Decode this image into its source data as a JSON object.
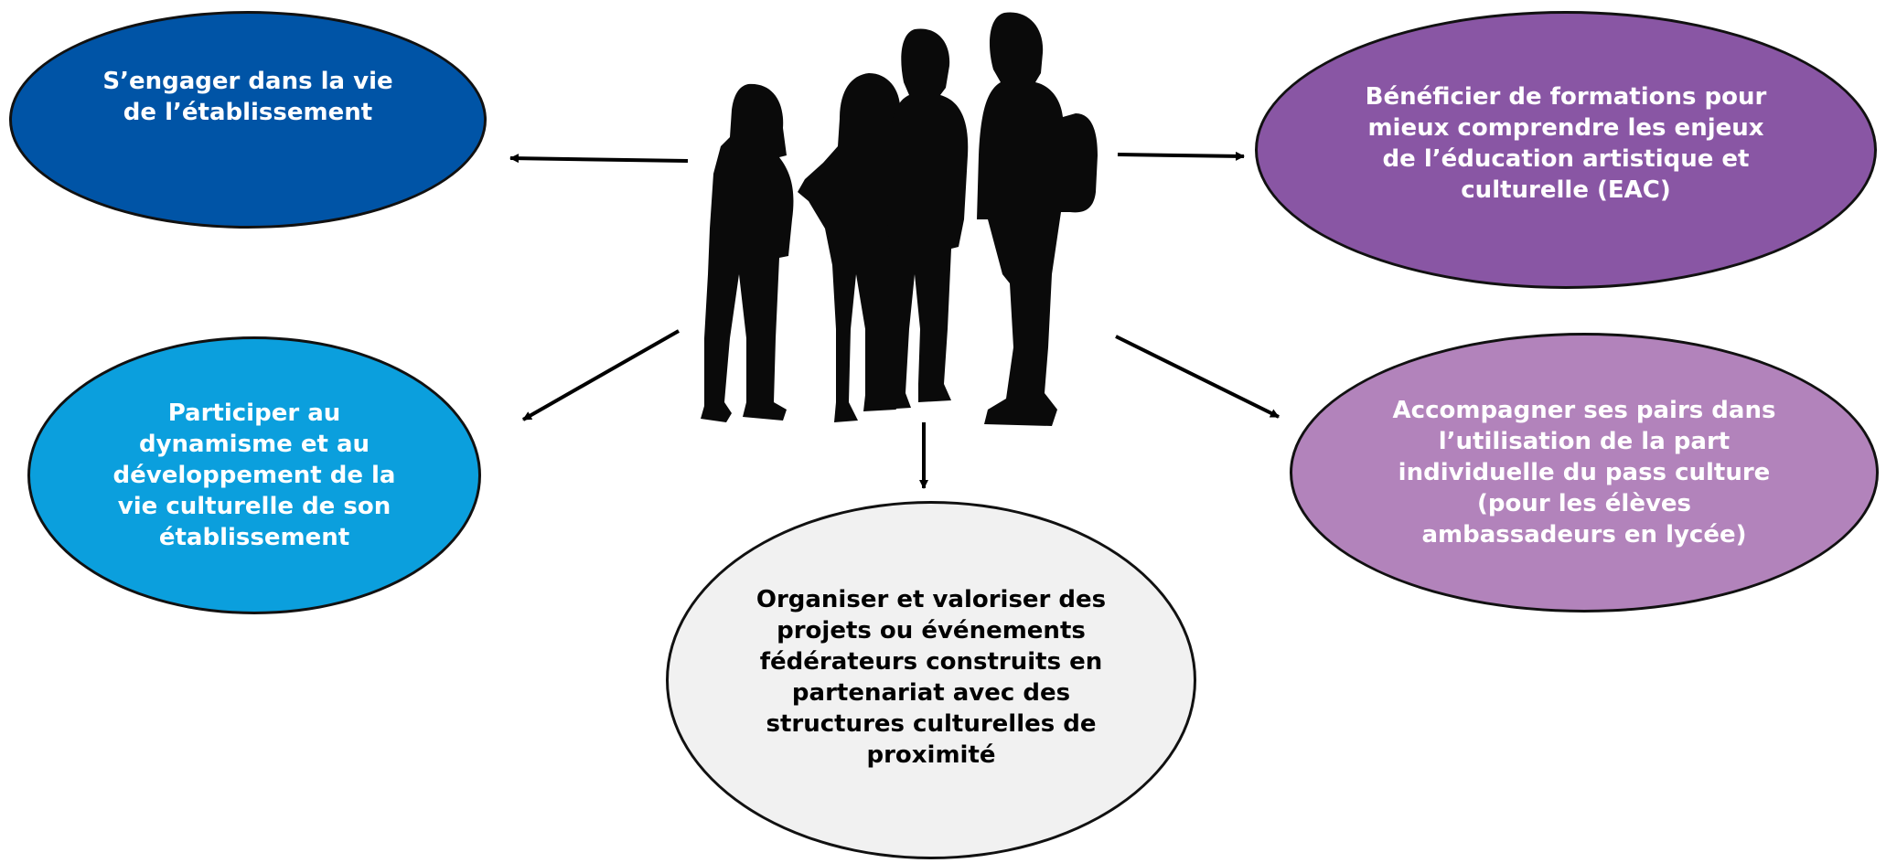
{
  "bubbles": {
    "engager": "S’engager dans la vie\nde l’établissement",
    "formations": "Bénéficier de formations pour\nmieux comprendre les enjeux\nde l’éducation artistique et\nculturelle (EAC)",
    "participer": "Participer au\ndynamisme et au\ndéveloppement de la\nvie culturelle de son\nétablissement",
    "accompagner": "Accompagner ses pairs dans\nl’utilisation de la part\nindividuelle du pass culture\n(pour les élèves\nambassadeurs en lycée)",
    "organiser": "Organiser et valoriser des\nprojets ou événements\nfédérateurs construits en\npartenariat avec des\nstructures culturelles de\nproximité"
  },
  "colors": {
    "engager": "#0054a6",
    "formations": "#8956a4",
    "participer": "#0b9fdd",
    "accompagner": "#b283bb",
    "organiser": "#f1f1f1"
  },
  "center_image": "students-group-silhouette"
}
